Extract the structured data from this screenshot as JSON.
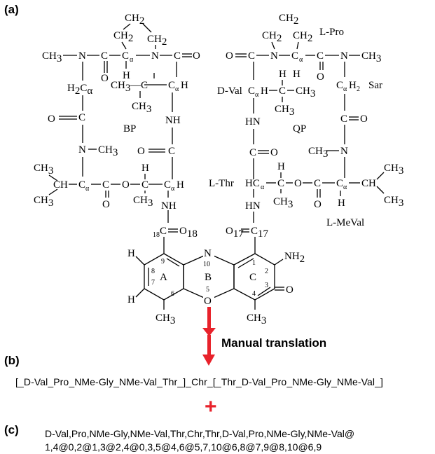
{
  "labels": {
    "a": "(a)",
    "b": "(b)",
    "c": "(c)"
  },
  "structure": {
    "ring_left": "BP",
    "ring_right": "QP",
    "residues": {
      "pro": "L-Pro",
      "sar": "Sar",
      "dval": "D-Val",
      "thr": "L-Thr",
      "meval": "L-MeVal"
    },
    "chromophore_rings": [
      "A",
      "B",
      "C"
    ],
    "ring_numbers": [
      "1",
      "2",
      "3",
      "4",
      "5",
      "6",
      "7",
      "8",
      "9",
      "10"
    ]
  },
  "arrow_label": "Manual translation",
  "sequence_b": "[_D-Val_Pro_NMe-Gly_NMe-Val_Thr_]_Chr_[_Thr_D-Val_Pro_NMe-Gly_NMe-Val_]",
  "plus_sign": "+",
  "notation_c": {
    "line1": "D-Val,Pro,NMe-Gly,NMe-Val,Thr,Chr,Thr,D-Val,Pro,NMe-Gly,NMe-Val@",
    "line2": "1,4@0,2@1,3@2,4@0,3,5@4,6@5,7,10@6,8@7,9@8,10@6,9"
  },
  "colors": {
    "arrow": "#e8222b",
    "plus": "#e8222b"
  }
}
